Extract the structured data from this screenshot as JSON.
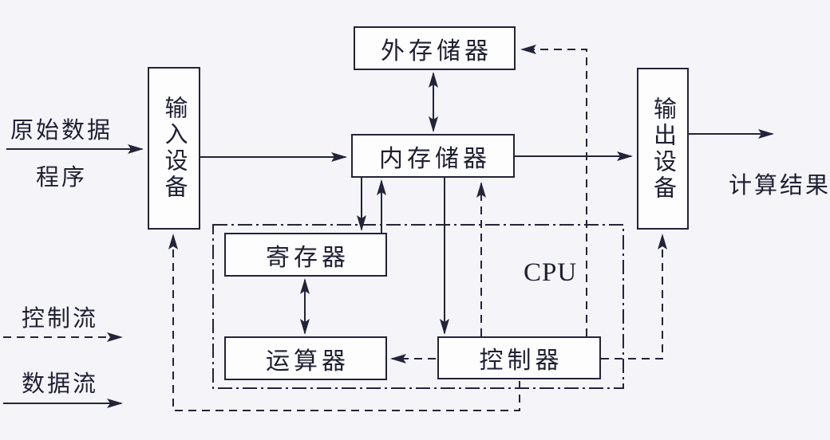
{
  "diagram": {
    "title_semantic": "computer-architecture-block-diagram",
    "boxes": {
      "input_device": "输入设备",
      "output_device": "输出设备",
      "external_storage": "外存储器",
      "main_memory": "内存储器",
      "register": "寄存器",
      "alu": "运算器",
      "controller": "控制器",
      "cpu_label": "CPU"
    },
    "labels": {
      "raw_data": "原始数据",
      "program": "程序",
      "result": "计算结果"
    },
    "legend": {
      "control_flow": "控制流",
      "data_flow": "数据流"
    },
    "colors": {
      "line": "#23233a",
      "background": "#f5f5f9",
      "box_fill": "#fdfdfe",
      "text": "#1f1f33"
    },
    "line_styles": {
      "data_flow": "solid",
      "control_flow": "dashed",
      "cpu_boundary": "dash-dot"
    }
  }
}
